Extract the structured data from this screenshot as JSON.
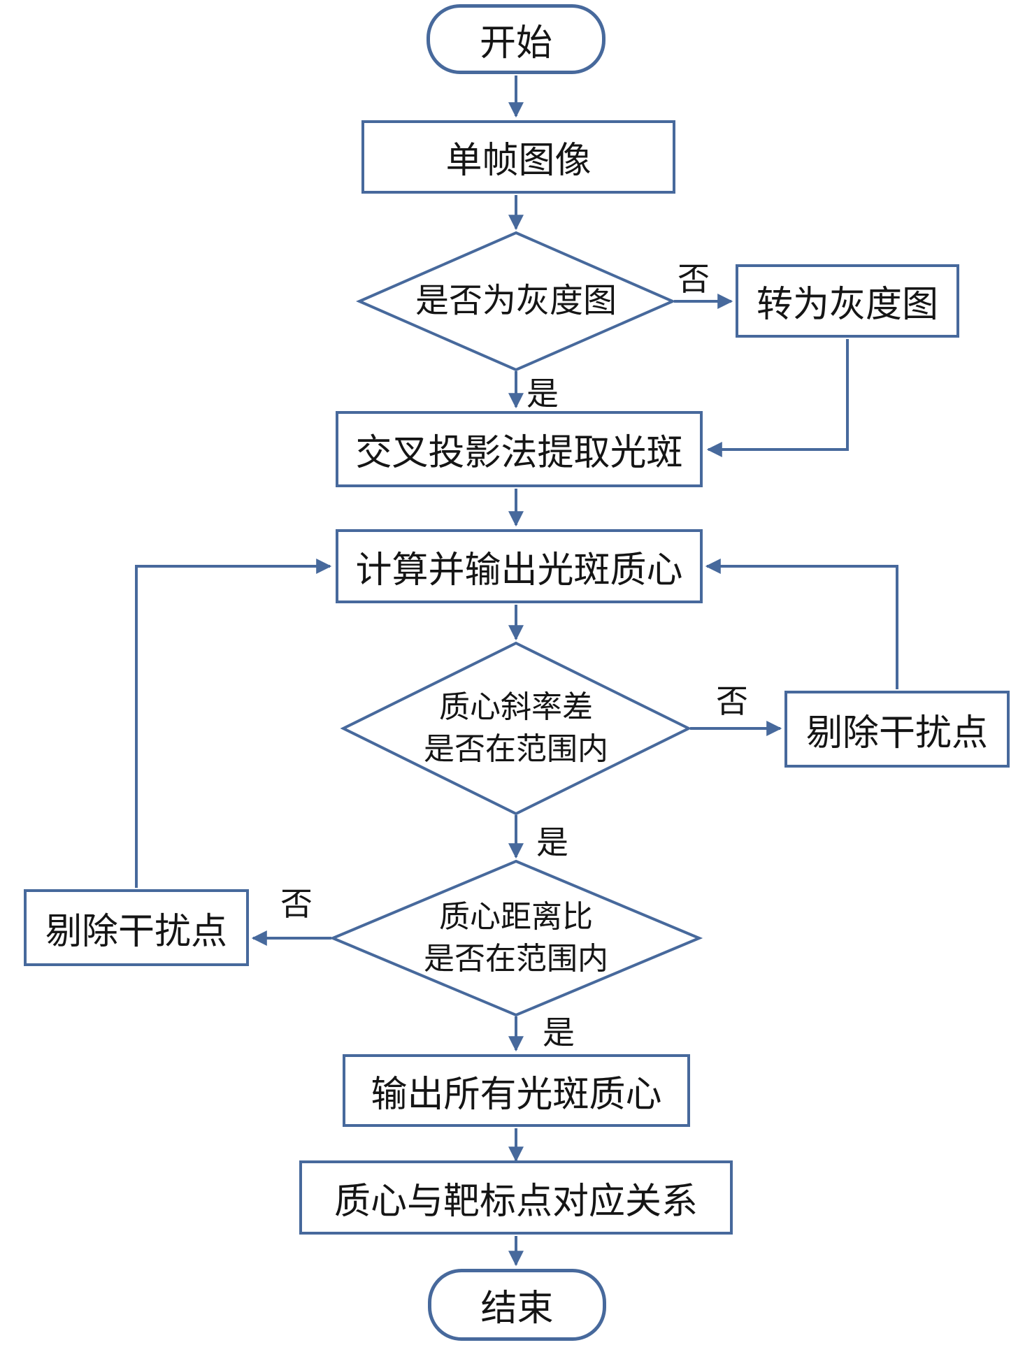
{
  "diagram": {
    "type": "flowchart",
    "language": "zh-CN",
    "colors": {
      "line": "#47699c",
      "text": "#151515",
      "background": "#ffffff"
    },
    "nodes": {
      "start": {
        "type": "terminator",
        "label": "开始"
      },
      "frame": {
        "type": "process",
        "label": "单帧图像"
      },
      "is_gray": {
        "type": "decision",
        "label": "是否为灰度图"
      },
      "to_gray": {
        "type": "process",
        "label": "转为灰度图"
      },
      "cross_proj": {
        "type": "process",
        "label": "交叉投影法提取光斑"
      },
      "compute": {
        "type": "process",
        "label": "计算并输出光斑质心"
      },
      "slope_diff": {
        "type": "decision",
        "line1": "质心斜率差",
        "line2": "是否在范围内"
      },
      "trim_right": {
        "type": "process",
        "label": "剔除干扰点"
      },
      "dist_ratio": {
        "type": "decision",
        "line1": "质心距离比",
        "line2": "是否在范围内"
      },
      "trim_left": {
        "type": "process",
        "label": "剔除干扰点"
      },
      "output_all": {
        "type": "process",
        "label": "输出所有光斑质心"
      },
      "mapping": {
        "type": "process",
        "label": "质心与靶标点对应关系"
      },
      "end": {
        "type": "terminator",
        "label": "结束"
      }
    },
    "edge_labels": [
      {
        "id": "is_gray_no",
        "text": "否"
      },
      {
        "id": "is_gray_yes",
        "text": "是"
      },
      {
        "id": "slope_no",
        "text": "否"
      },
      {
        "id": "slope_yes",
        "text": "是"
      },
      {
        "id": "dist_no",
        "text": "否"
      },
      {
        "id": "dist_yes",
        "text": "是"
      }
    ]
  }
}
